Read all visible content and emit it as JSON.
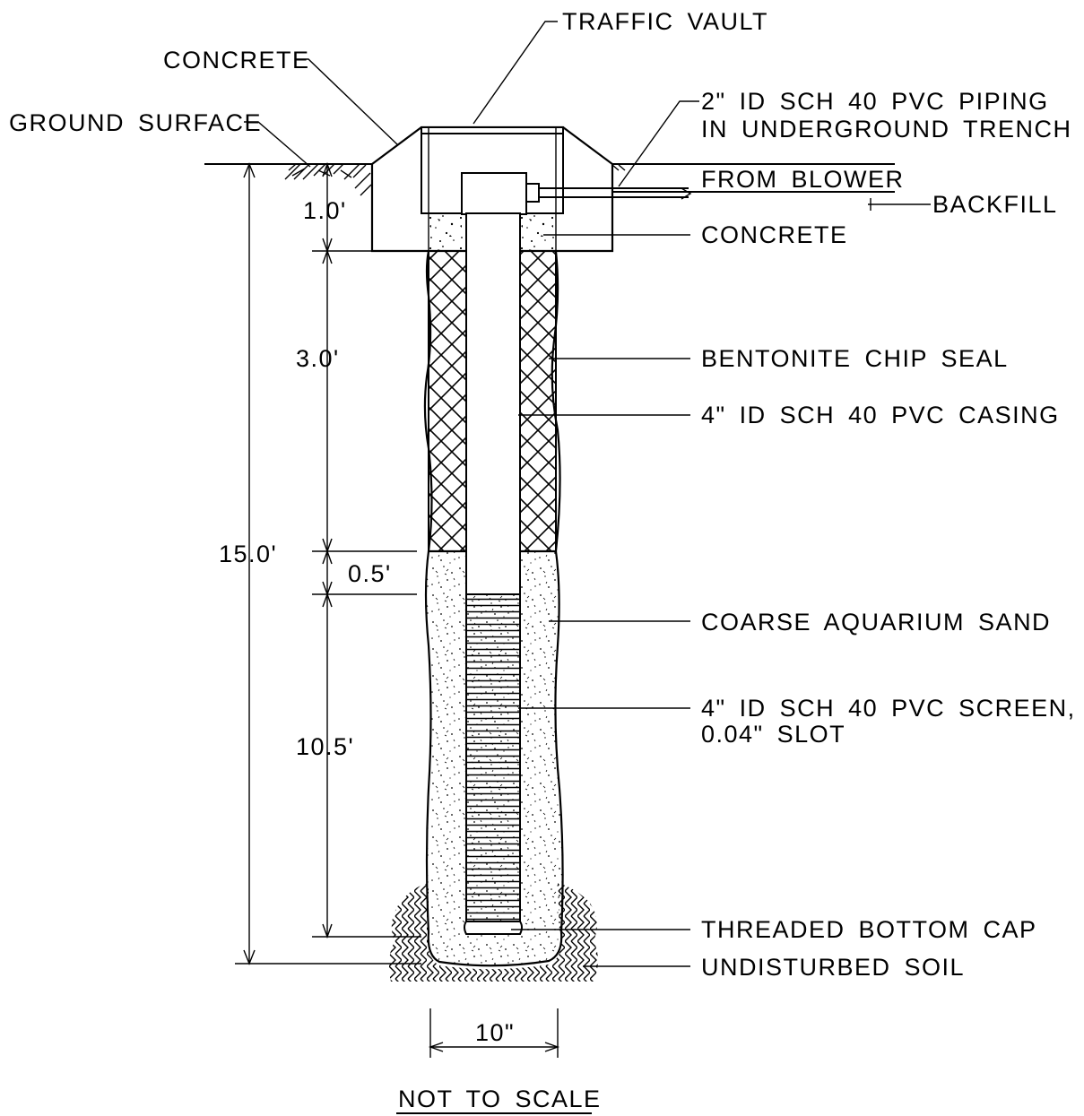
{
  "labels": {
    "traffic_vault": "TRAFFIC VAULT",
    "concrete_top": "CONCRETE",
    "ground_surface": "GROUND SURFACE",
    "piping_line1": "2\" ID SCH 40 PVC PIPING",
    "piping_line2": "IN UNDERGROUND TRENCH",
    "from_blower": "FROM BLOWER",
    "backfill": "BACKFILL",
    "concrete_side": "CONCRETE",
    "bentonite": "BENTONITE CHIP SEAL",
    "casing": "4\" ID SCH 40 PVC CASING",
    "sand": "COARSE AQUARIUM SAND",
    "screen_line1": "4\" ID SCH 40 PVC SCREEN,",
    "screen_line2": "0.04\" SLOT",
    "bottom_cap": "THREADED BOTTOM CAP",
    "undisturbed": "UNDISTURBED SOIL",
    "not_to_scale": "NOT TO SCALE"
  },
  "dimensions": {
    "total_depth": "15.0'",
    "vault_depth": "1.0'",
    "seal_depth": "3.0'",
    "transition": "0.5'",
    "screen_length": "10.5'",
    "boring_diameter": "10\""
  }
}
